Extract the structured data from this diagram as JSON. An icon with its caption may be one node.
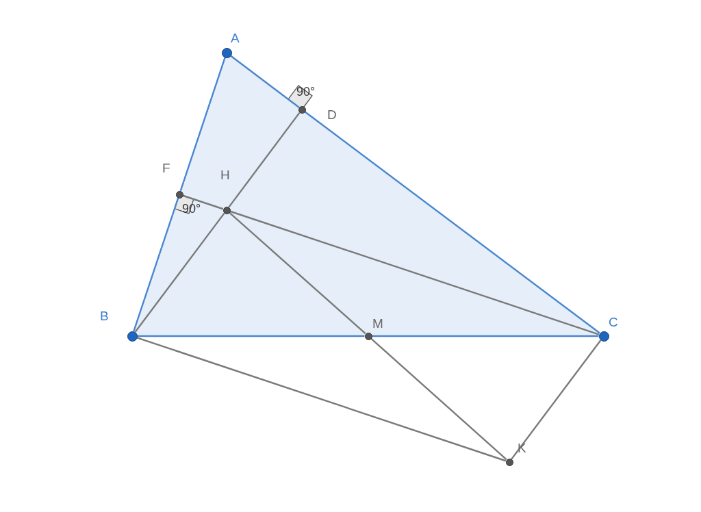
{
  "diagram": {
    "nodes": [
      {
        "text": [],
        "shape": "circle",
        "beside": [
          "A"
        ]
      },
      {
        "text": [],
        "shape": "circle",
        "beside": [
          "D"
        ]
      },
      {
        "text": [],
        "shape": "circle",
        "beside": [
          "F"
        ]
      },
      {
        "text": [],
        "shape": "circle",
        "beside": [
          "H"
        ]
      },
      {
        "text": [],
        "shape": "circle",
        "beside": [
          "B"
        ]
      },
      {
        "text": [],
        "shape": "circle",
        "beside": [
          "M"
        ]
      },
      {
        "text": [],
        "shape": "circle",
        "beside": [
          "C"
        ]
      },
      {
        "text": [],
        "shape": "circle",
        "beside": [
          "K"
        ]
      }
    ],
    "edges": [
      {
        "from": 0,
        "to": 2,
        "arrow": "none",
        "color": "#4a86d0"
      },
      {
        "from": 2,
        "to": 4,
        "arrow": "none",
        "color": "#4a86d0"
      },
      {
        "from": 0,
        "to": 1,
        "arrow": "none",
        "color": "#4a86d0"
      },
      {
        "from": 1,
        "to": 6,
        "arrow": "none",
        "color": "#4a86d0"
      },
      {
        "from": 4,
        "to": 5,
        "arrow": "none",
        "color": "#4a86d0"
      },
      {
        "from": 5,
        "to": 6,
        "arrow": "none",
        "color": "#4a86d0"
      },
      {
        "from": 1,
        "to": 3,
        "arrow": "none"
      },
      {
        "from": 3,
        "to": 4,
        "arrow": "none"
      },
      {
        "from": 2,
        "to": 3,
        "arrow": "none"
      },
      {
        "from": 3,
        "to": 6,
        "arrow": "none"
      },
      {
        "from": 3,
        "to": 5,
        "arrow": "none"
      },
      {
        "from": 5,
        "to": 7,
        "arrow": "none"
      },
      {
        "from": 4,
        "to": 7,
        "arrow": "none"
      },
      {
        "from": 6,
        "to": 7,
        "arrow": "none"
      }
    ],
    "labels": [
      "90°",
      "90°"
    ]
  }
}
